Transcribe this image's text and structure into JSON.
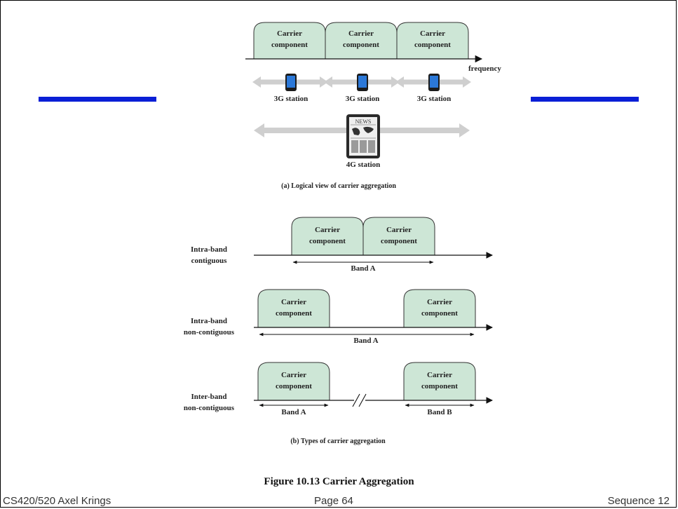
{
  "carrier_label_line1": "Carrier",
  "carrier_label_line2": "component",
  "part_a": {
    "frequency_label": "frequency",
    "station_3g_label": "3G station",
    "station_4g_label": "4G station",
    "news_label": "NEWS",
    "caption": "(a) Logical view of carrier aggregation"
  },
  "part_b": {
    "rows": [
      {
        "label_line1": "Intra-band",
        "label_line2": "contiguous",
        "bands": [
          "Band A"
        ]
      },
      {
        "label_line1": "Intra-band",
        "label_line2": "non-contiguous",
        "bands": [
          "Band A"
        ]
      },
      {
        "label_line1": "Inter-band",
        "label_line2": "non-contiguous",
        "bands": [
          "Band A",
          "Band B"
        ]
      }
    ],
    "caption": "(b) Types of carrier aggregation"
  },
  "figure_title": "Figure 10.13  Carrier Aggregation",
  "footer": {
    "left": "CS420/520 Axel Krings",
    "center": "Page 64",
    "right": "Sequence 12"
  },
  "colors": {
    "carrier_fill": "#cde6d6",
    "band_arrow": "#cfcfcf",
    "accent_bar": "#0a1fd6"
  }
}
